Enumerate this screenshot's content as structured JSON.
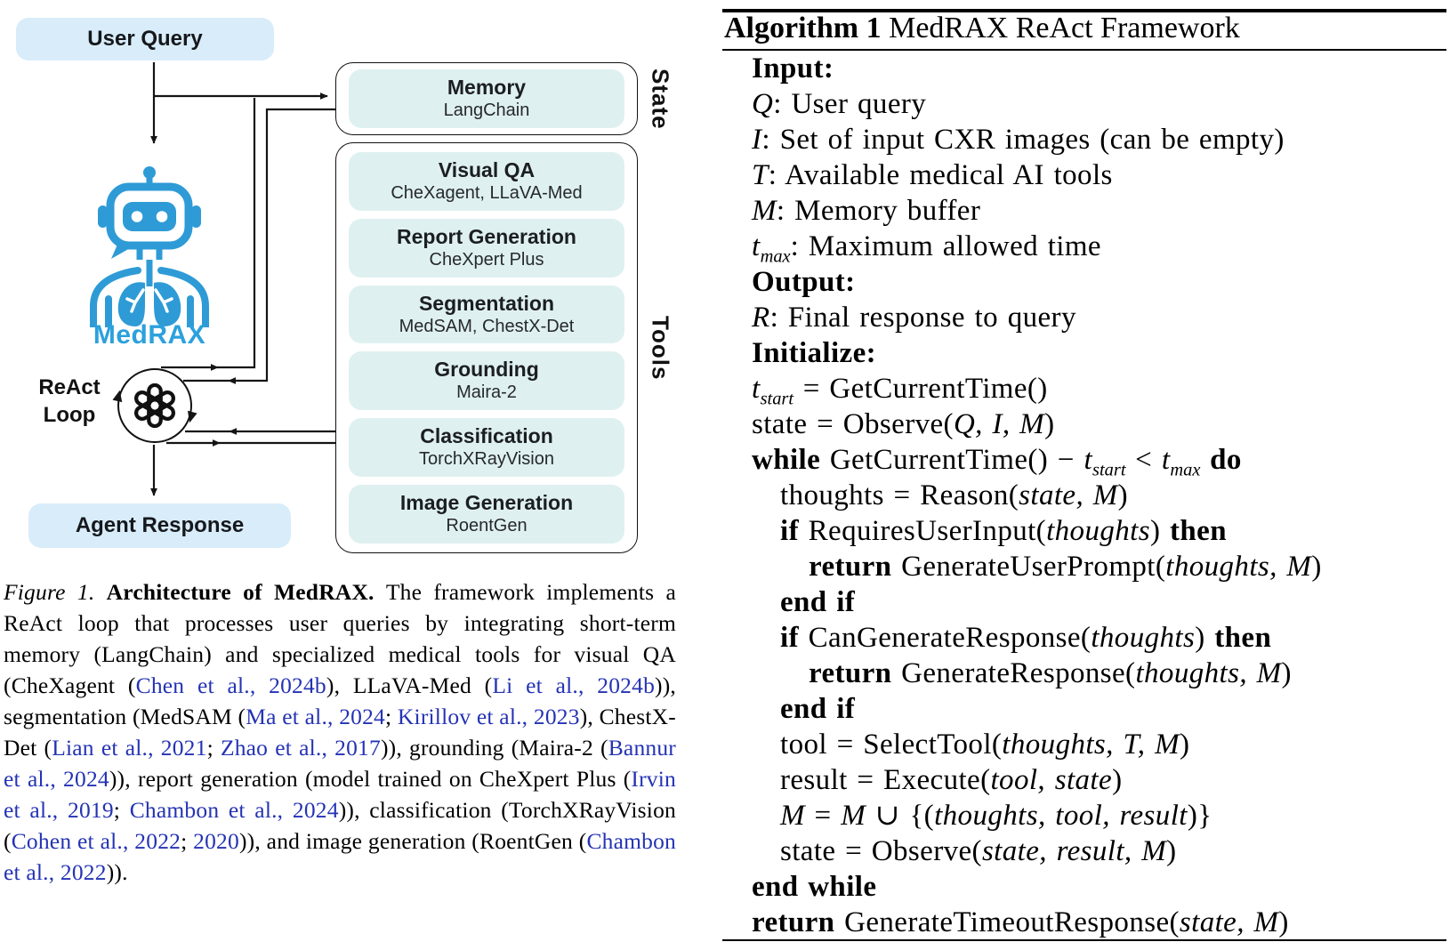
{
  "colors": {
    "robot-blue": "#2e9bd6",
    "medrax-blue": "#2ba1dd",
    "box-blue": "#d9ecf9",
    "tool-fill": "#dff0f0",
    "citation-blue": "#2433b4",
    "line-black": "#141414"
  },
  "diagram": {
    "user_query": "User Query",
    "agent_response": "Agent Response",
    "react_label_line1": "ReAct",
    "react_label_line2": "Loop",
    "medrax_label": "MedRAX",
    "state_label": "State",
    "tools_label": "Tools",
    "memory": {
      "title": "Memory",
      "subtitle": "LangChain"
    },
    "tools": [
      {
        "title": "Visual QA",
        "subtitle": "CheXagent, LLaVA-Med"
      },
      {
        "title": "Report Generation",
        "subtitle": "CheXpert Plus"
      },
      {
        "title": "Segmentation",
        "subtitle": "MedSAM, ChestX-Det"
      },
      {
        "title": "Grounding",
        "subtitle": "Maira-2"
      },
      {
        "title": "Classification",
        "subtitle": "TorchXRayVision"
      },
      {
        "title": "Image Generation",
        "subtitle": "RoentGen"
      }
    ]
  },
  "caption": {
    "segments": [
      {
        "t": "Figure 1. ",
        "s": "i"
      },
      {
        "t": "Architecture of MedRAX. ",
        "s": "b"
      },
      {
        "t": "The framework implements a ReAct loop that processes user queries by integrating short-term memory (LangChain) and specialized medical tools for visual QA (CheXagent (",
        "s": "p"
      },
      {
        "t": "Chen et al., 2024b",
        "s": "c"
      },
      {
        "t": "), LLaVA-Med (",
        "s": "p"
      },
      {
        "t": "Li et al., 2024b",
        "s": "c"
      },
      {
        "t": ")), segmentation (MedSAM (",
        "s": "p"
      },
      {
        "t": "Ma et al., 2024",
        "s": "c"
      },
      {
        "t": "; ",
        "s": "p"
      },
      {
        "t": "Kirillov et al., 2023",
        "s": "c"
      },
      {
        "t": "), ChestX-Det (",
        "s": "p"
      },
      {
        "t": "Lian et al., 2021",
        "s": "c"
      },
      {
        "t": "; ",
        "s": "p"
      },
      {
        "t": "Zhao et al., 2017",
        "s": "c"
      },
      {
        "t": ")), grounding (Maira-2 (",
        "s": "p"
      },
      {
        "t": "Bannur et al., 2024",
        "s": "c"
      },
      {
        "t": ")), report generation (model trained on CheXpert Plus (",
        "s": "p"
      },
      {
        "t": "Irvin et al., 2019",
        "s": "c"
      },
      {
        "t": "; ",
        "s": "p"
      },
      {
        "t": "Chambon et al., 2024",
        "s": "c"
      },
      {
        "t": ")), classification (TorchXRayVision (",
        "s": "p"
      },
      {
        "t": "Cohen et al., 2022",
        "s": "c"
      },
      {
        "t": "; ",
        "s": "p"
      },
      {
        "t": "2020",
        "s": "c"
      },
      {
        "t": ")), and image generation (RoentGen (",
        "s": "p"
      },
      {
        "t": "Chambon et al., 2022",
        "s": "c"
      },
      {
        "t": ")).",
        "s": "p"
      }
    ]
  },
  "algorithm": {
    "title_bold": "Algorithm 1",
    "title_rest": " MedRAX ReAct Framework",
    "lines": [
      {
        "indent": 1,
        "segs": [
          {
            "t": "Input:",
            "s": "b"
          }
        ]
      },
      {
        "indent": 1,
        "segs": [
          {
            "t": "Q",
            "s": "m"
          },
          {
            "t": ": User query",
            "s": "p"
          }
        ]
      },
      {
        "indent": 1,
        "segs": [
          {
            "t": "I",
            "s": "m"
          },
          {
            "t": ": Set of input CXR images (can be empty)",
            "s": "p"
          }
        ]
      },
      {
        "indent": 1,
        "segs": [
          {
            "t": "T",
            "s": "m"
          },
          {
            "t": ": Available medical AI tools",
            "s": "p"
          }
        ]
      },
      {
        "indent": 1,
        "segs": [
          {
            "t": "M",
            "s": "m"
          },
          {
            "t": ": Memory buffer",
            "s": "p"
          }
        ]
      },
      {
        "indent": 1,
        "segs": [
          {
            "t": "t",
            "s": "m"
          },
          {
            "t": "max",
            "s": "ms"
          },
          {
            "t": ": Maximum allowed time",
            "s": "p"
          }
        ]
      },
      {
        "indent": 1,
        "segs": [
          {
            "t": "Output:",
            "s": "b"
          }
        ]
      },
      {
        "indent": 1,
        "segs": [
          {
            "t": "R",
            "s": "m"
          },
          {
            "t": ": Final response to query",
            "s": "p"
          }
        ]
      },
      {
        "indent": 1,
        "segs": [
          {
            "t": "Initialize:",
            "s": "b"
          }
        ]
      },
      {
        "indent": 1,
        "segs": [
          {
            "t": "t",
            "s": "m"
          },
          {
            "t": "start",
            "s": "ms"
          },
          {
            "t": " = GetCurrentTime()",
            "s": "p"
          }
        ]
      },
      {
        "indent": 1,
        "segs": [
          {
            "t": "state = Observe(",
            "s": "p"
          },
          {
            "t": "Q, I, M",
            "s": "m"
          },
          {
            "t": ")",
            "s": "p"
          }
        ]
      },
      {
        "indent": 1,
        "segs": [
          {
            "t": "while ",
            "s": "b"
          },
          {
            "t": "GetCurrentTime() − ",
            "s": "p"
          },
          {
            "t": "t",
            "s": "m"
          },
          {
            "t": "start",
            "s": "ms"
          },
          {
            "t": " < ",
            "s": "p"
          },
          {
            "t": "t",
            "s": "m"
          },
          {
            "t": "max",
            "s": "ms"
          },
          {
            "t": " ",
            "s": "p"
          },
          {
            "t": "do",
            "s": "b"
          }
        ]
      },
      {
        "indent": 2,
        "segs": [
          {
            "t": "thoughts = Reason(",
            "s": "p"
          },
          {
            "t": "state, M",
            "s": "m"
          },
          {
            "t": ")",
            "s": "p"
          }
        ]
      },
      {
        "indent": 2,
        "segs": [
          {
            "t": "if ",
            "s": "b"
          },
          {
            "t": "RequiresUserInput(",
            "s": "p"
          },
          {
            "t": "thoughts",
            "s": "m"
          },
          {
            "t": ") ",
            "s": "p"
          },
          {
            "t": "then",
            "s": "b"
          }
        ]
      },
      {
        "indent": 3,
        "segs": [
          {
            "t": "return ",
            "s": "b"
          },
          {
            "t": "GenerateUserPrompt(",
            "s": "p"
          },
          {
            "t": "thoughts, M",
            "s": "m"
          },
          {
            "t": ")",
            "s": "p"
          }
        ]
      },
      {
        "indent": 2,
        "segs": [
          {
            "t": "end if",
            "s": "b"
          }
        ]
      },
      {
        "indent": 2,
        "segs": [
          {
            "t": "if ",
            "s": "b"
          },
          {
            "t": "CanGenerateResponse(",
            "s": "p"
          },
          {
            "t": "thoughts",
            "s": "m"
          },
          {
            "t": ") ",
            "s": "p"
          },
          {
            "t": "then",
            "s": "b"
          }
        ]
      },
      {
        "indent": 3,
        "segs": [
          {
            "t": "return ",
            "s": "b"
          },
          {
            "t": "GenerateResponse(",
            "s": "p"
          },
          {
            "t": "thoughts, M",
            "s": "m"
          },
          {
            "t": ")",
            "s": "p"
          }
        ]
      },
      {
        "indent": 2,
        "segs": [
          {
            "t": "end if",
            "s": "b"
          }
        ]
      },
      {
        "indent": 2,
        "segs": [
          {
            "t": "tool = SelectTool(",
            "s": "p"
          },
          {
            "t": "thoughts, T, M",
            "s": "m"
          },
          {
            "t": ")",
            "s": "p"
          }
        ]
      },
      {
        "indent": 2,
        "segs": [
          {
            "t": "result = Execute(",
            "s": "p"
          },
          {
            "t": "tool, state",
            "s": "m"
          },
          {
            "t": ")",
            "s": "p"
          }
        ]
      },
      {
        "indent": 2,
        "segs": [
          {
            "t": "M",
            "s": "m"
          },
          {
            "t": " = ",
            "s": "p"
          },
          {
            "t": "M",
            "s": "m"
          },
          {
            "t": " ∪ {(",
            "s": "p"
          },
          {
            "t": "thoughts, tool, result",
            "s": "m"
          },
          {
            "t": ")}",
            "s": "p"
          }
        ]
      },
      {
        "indent": 2,
        "segs": [
          {
            "t": "state = Observe(",
            "s": "p"
          },
          {
            "t": "state, result, M",
            "s": "m"
          },
          {
            "t": ")",
            "s": "p"
          }
        ]
      },
      {
        "indent": 1,
        "segs": [
          {
            "t": "end while",
            "s": "b"
          }
        ]
      },
      {
        "indent": 1,
        "segs": [
          {
            "t": "return ",
            "s": "b"
          },
          {
            "t": "GenerateTimeoutResponse(",
            "s": "p"
          },
          {
            "t": "state, M",
            "s": "m"
          },
          {
            "t": ")",
            "s": "p"
          }
        ]
      }
    ]
  }
}
